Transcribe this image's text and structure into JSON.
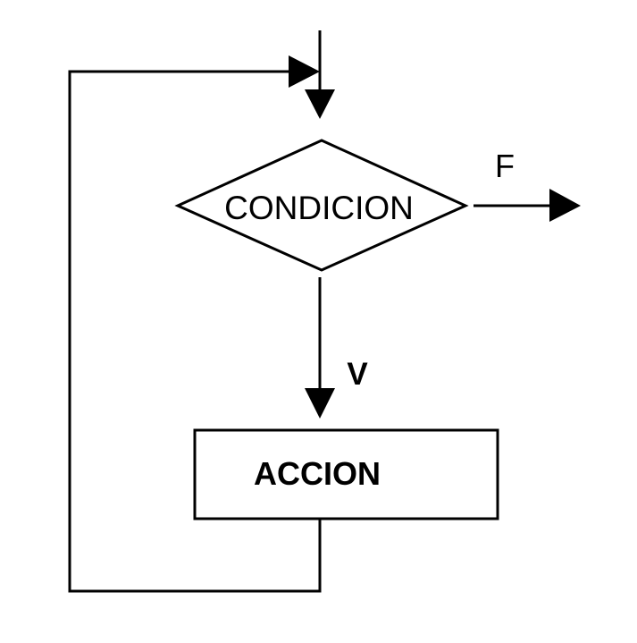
{
  "diagram": {
    "type": "flowchart",
    "structure": "while-loop",
    "nodes": {
      "condition": {
        "shape": "diamond",
        "label": "CONDICION"
      },
      "action": {
        "shape": "rectangle",
        "label": "ACCION"
      }
    },
    "edges": {
      "entry": {
        "from": "start",
        "to": "condition",
        "label": ""
      },
      "true_branch": {
        "from": "condition",
        "to": "action",
        "label": "V"
      },
      "false_branch": {
        "from": "condition",
        "to": "exit",
        "label": "F"
      },
      "loop_back": {
        "from": "action",
        "to": "condition",
        "label": ""
      }
    },
    "colors": {
      "stroke": "#000000",
      "background": "#ffffff"
    }
  }
}
